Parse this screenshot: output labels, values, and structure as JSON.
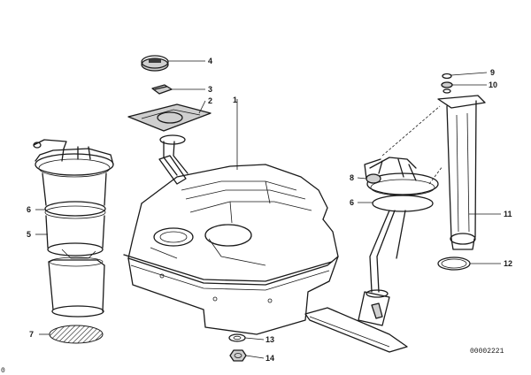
{
  "diagram": {
    "part_labels": {
      "p1": "1",
      "p2": "2",
      "p3": "3",
      "p4": "4",
      "p5": "5",
      "p6a": "6",
      "p6b": "6",
      "p7": "7",
      "p8": "8",
      "p9": "9",
      "p10": "10",
      "p11": "11",
      "p12": "12",
      "p13": "13",
      "p14": "14"
    },
    "drawing_number": "00002221",
    "corner_mark": "0"
  }
}
